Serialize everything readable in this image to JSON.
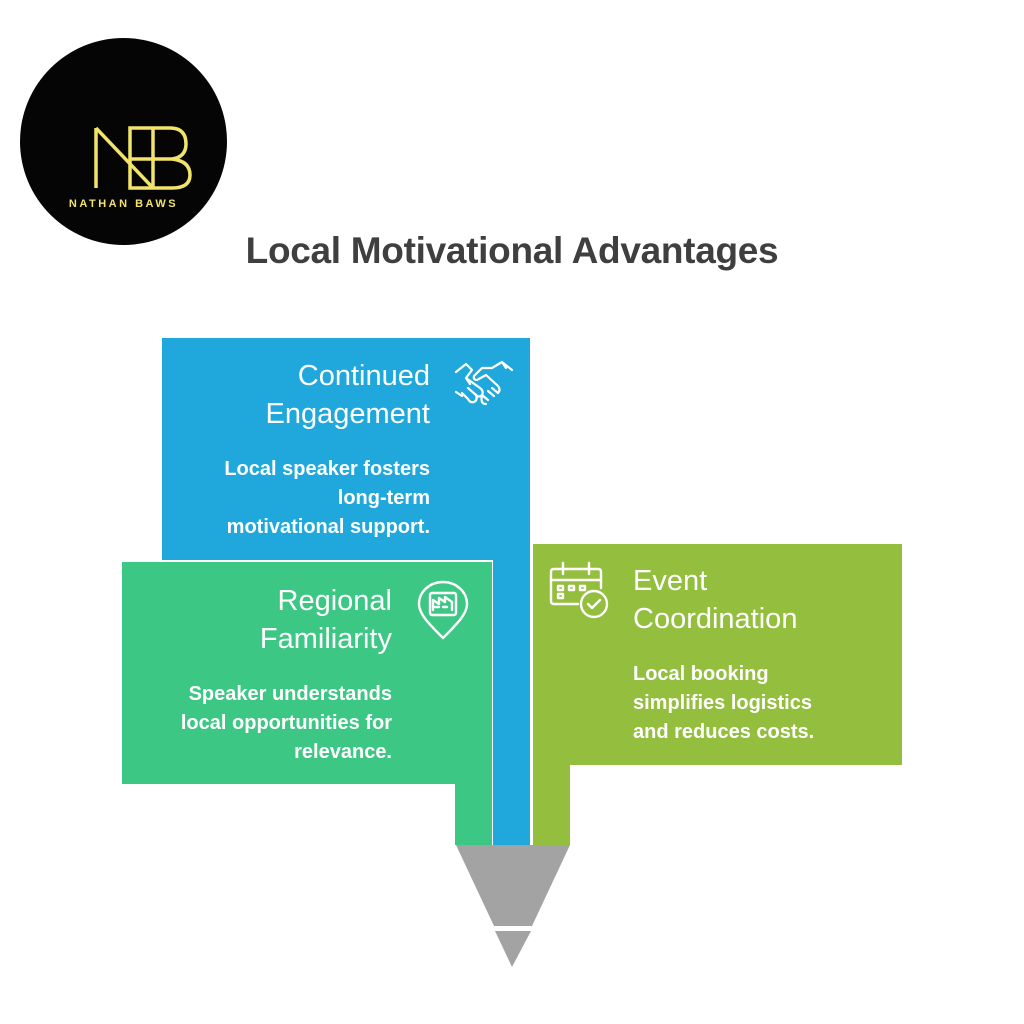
{
  "logo": {
    "monogram": "NB",
    "name": "NATHAN BAWS"
  },
  "title": "Local Motivational Advantages",
  "colors": {
    "blue": "#20a8dc",
    "green": "#3dc784",
    "lime": "#94be3e",
    "gray": "#a3a3a3",
    "logo_gold": "#f2e46a"
  },
  "items": [
    {
      "heading_line1": "Continued",
      "heading_line2": "Engagement",
      "desc_line1": "Local speaker fosters",
      "desc_line2": "long-term",
      "desc_line3": "motivational support.",
      "icon": "handshake-icon"
    },
    {
      "heading_line1": "Regional",
      "heading_line2": "Familiarity",
      "desc_line1": "Speaker understands",
      "desc_line2": "local opportunities for",
      "desc_line3": "relevance.",
      "icon": "map-location-pin-icon"
    },
    {
      "heading_line1": "Event",
      "heading_line2": "Coordination",
      "desc_line1": "Local booking",
      "desc_line2": "simplifies logistics",
      "desc_line3": "and reduces costs.",
      "icon": "calendar-check-icon"
    }
  ]
}
